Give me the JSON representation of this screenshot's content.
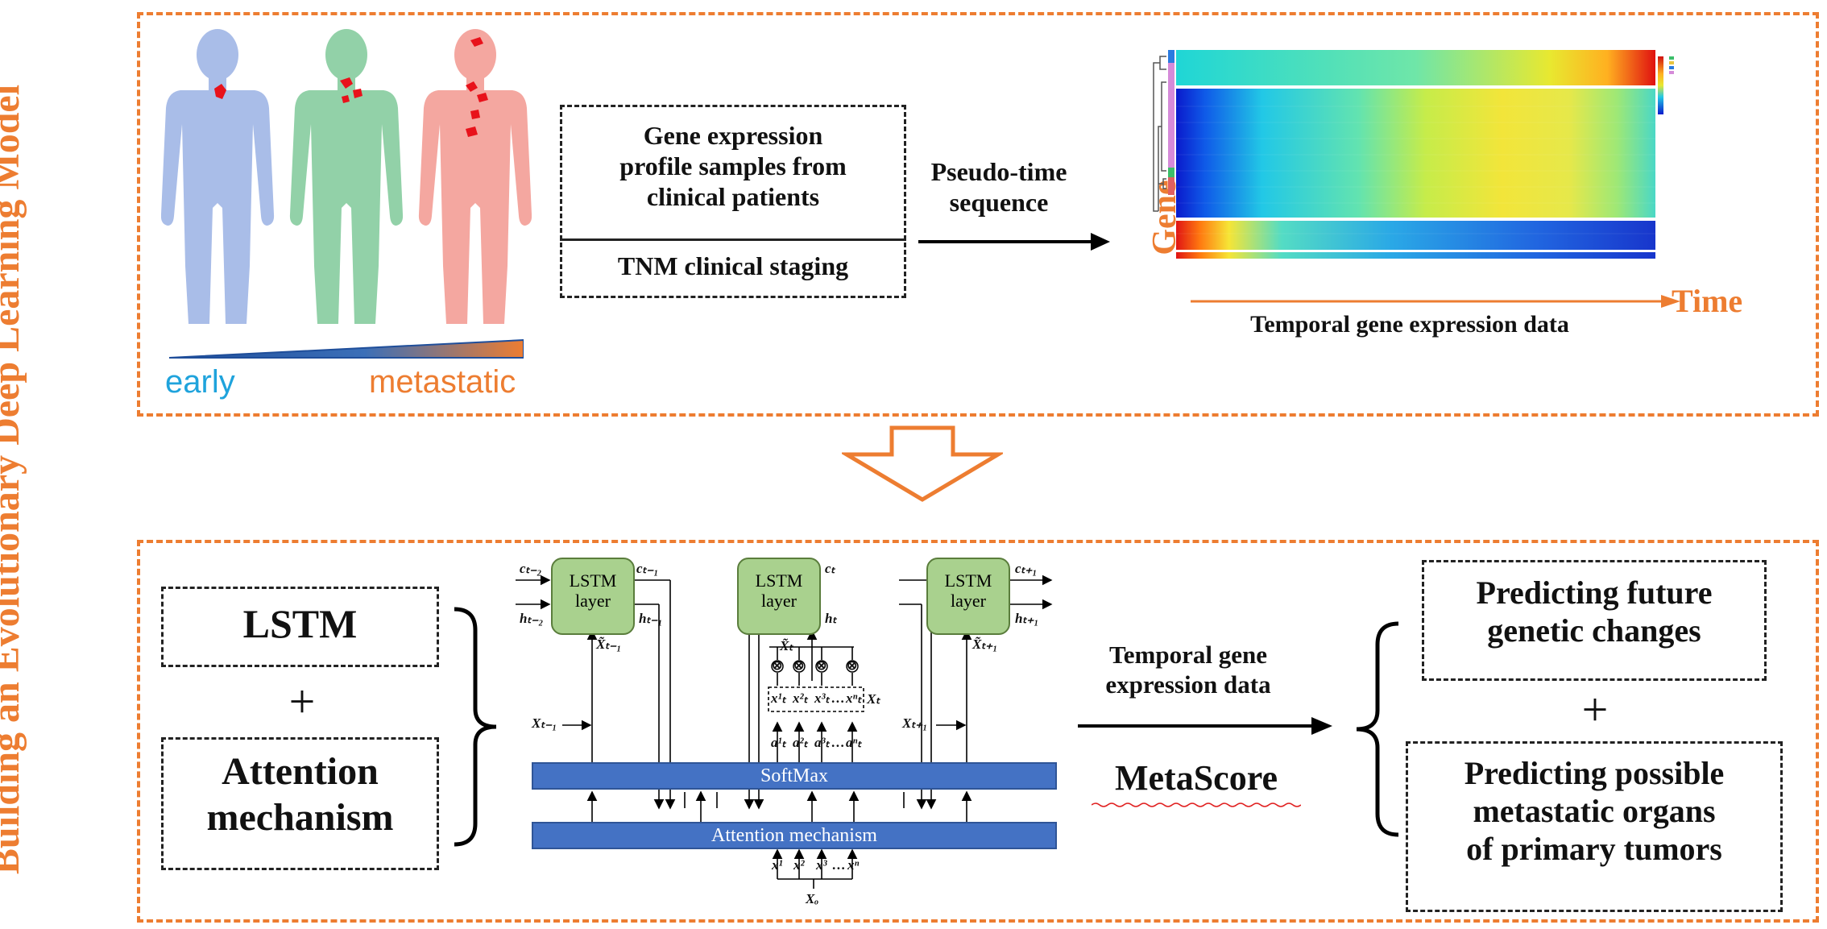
{
  "title": "Building an Evolutionary Deep Learning Model",
  "top": {
    "stage_left": "early",
    "stage_right": "metastatic",
    "sample_box_line1": "Gene expression",
    "sample_box_line2": "profile samples from",
    "sample_box_line3": "clinical patients",
    "staging_box": "TNM clinical staging",
    "arrow_label_line1": "Pseudo-time",
    "arrow_label_line2": "sequence",
    "heatmap_ylabel": "Gene",
    "heatmap_xlabel": "Time",
    "heatmap_caption": "Temporal gene expression data"
  },
  "bottom": {
    "lstm_box": "LSTM",
    "plus1": "+",
    "attention_box_line1": "Attention",
    "attention_box_line2": "mechanism",
    "cell_label_line1": "LSTM",
    "cell_label_line2": "layer",
    "softmax_label": "SoftMax",
    "attention_bar_label": "Attention mechanism",
    "arrow_label_line1": "Temporal gene",
    "arrow_label_line2": "expression data",
    "metascore": "MetaScore",
    "predict1_line1": "Predicting future",
    "predict1_line2": "genetic changes",
    "plus2": "+",
    "predict2_line1": "Predicting possible",
    "predict2_line2": "metastatic organs",
    "predict2_line3": "of primary tumors",
    "math": {
      "c_tm2": "cₜ₋₂",
      "h_tm2": "hₜ₋₂",
      "c_tm1": "cₜ₋₁",
      "h_tm1": "hₜ₋₁",
      "c_t": "cₜ",
      "h_t": "hₜ",
      "c_tp1": "cₜ₊₁",
      "h_tp1": "hₜ₊₁",
      "xt_tm1": "X̃ₜ₋₁",
      "xt_t": "X̃ₜ",
      "xt_tp1": "X̃ₜ₊₁",
      "X_tm1": "Xₜ₋₁",
      "X_t": "Xₜ",
      "X_tp1": "Xₜ₊₁",
      "X_o": "Xₒ",
      "xs1": "x¹ₜ",
      "xs2": "x²ₜ",
      "xs3": "x³ₜ",
      "xsn": "xⁿₜ",
      "dots": "…",
      "a1": "a¹ₜ",
      "a2": "a²ₜ",
      "a3": "a³ₜ",
      "an": "aⁿₜ",
      "in1": "x¹",
      "in2": "x²",
      "in3": "x³",
      "inn": "xⁿ",
      "otimes": "⊗"
    }
  },
  "colors": {
    "accent_orange": "#ED7D31",
    "early_blue": "#1FA3DC",
    "body_early": "#A9BDE8",
    "body_mid": "#92D1A8",
    "body_late": "#F4A7A0",
    "tumor": "#E8121B",
    "lstm_green": "#A9D18E",
    "bar_blue": "#4472C4"
  }
}
